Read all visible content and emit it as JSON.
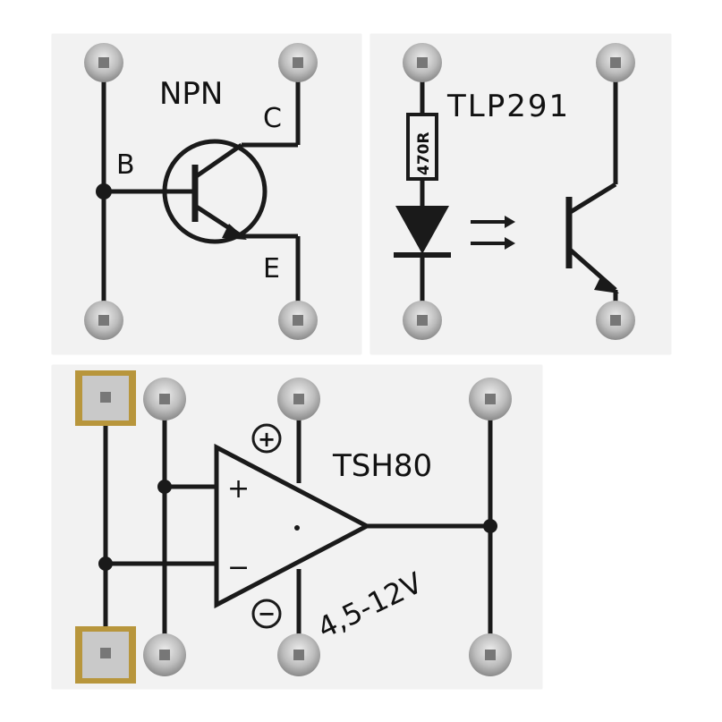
{
  "boards": {
    "npn": {
      "title": "NPN",
      "labels": {
        "base": "B",
        "collector": "C",
        "emitter": "E"
      }
    },
    "optocoupler": {
      "title": "TLP291",
      "resistor": "470R"
    },
    "opamp": {
      "title": "TSH80",
      "voltage": "4,5-12V",
      "plus_input": "+",
      "minus_input": "−",
      "supply_plus": "+",
      "supply_minus": "−"
    }
  },
  "colors": {
    "board": "#f2f2f2",
    "trace": "#1a1a1a",
    "pad": "#c9c9c9",
    "copper": "#b8963c"
  }
}
